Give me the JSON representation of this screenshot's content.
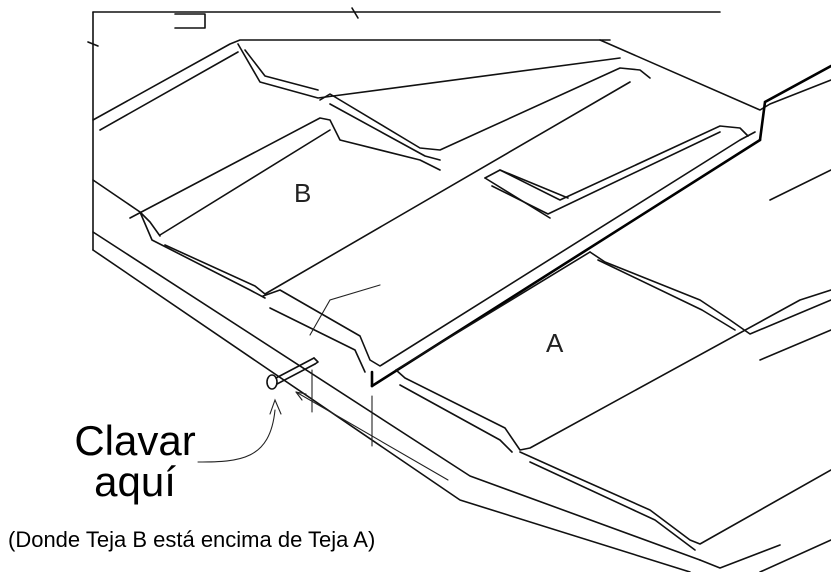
{
  "diagram": {
    "tile_b_label": "B",
    "tile_a_label": "A",
    "nail_here_line1": "Clavar",
    "nail_here_line2": "aquí",
    "caption": "(Donde Teja B está encima de Teja A)",
    "line_color": "#111111",
    "background": "#ffffff"
  }
}
